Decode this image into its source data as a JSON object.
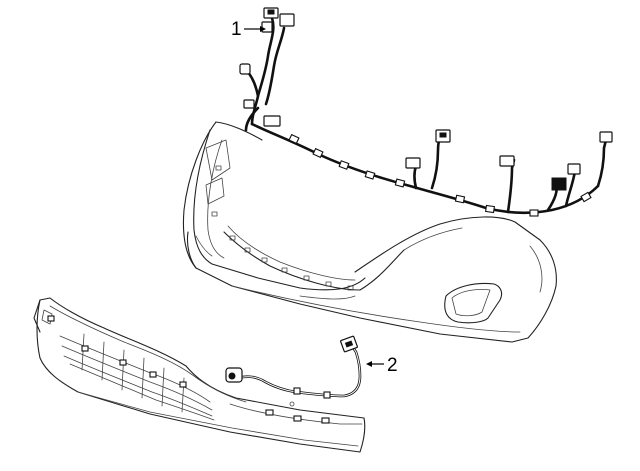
{
  "callouts": [
    {
      "number": "1",
      "part": "front-bumper-wiring-harness"
    },
    {
      "number": "2",
      "part": "lower-grille-camera-harness"
    }
  ]
}
